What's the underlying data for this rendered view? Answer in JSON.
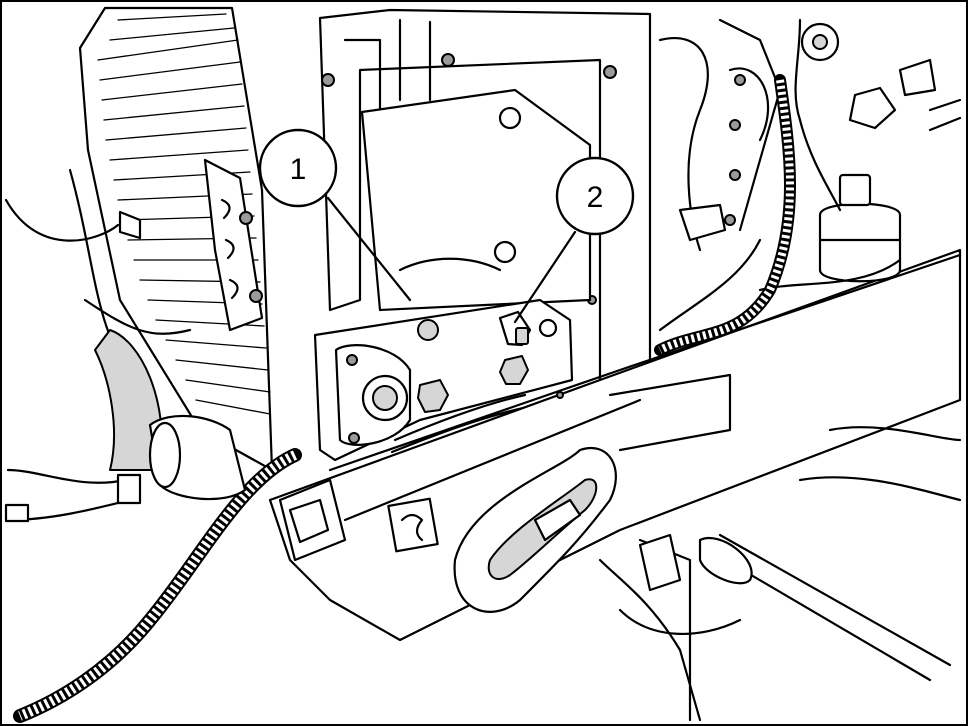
{
  "callouts": [
    {
      "id": "1",
      "label": "1"
    },
    {
      "id": "2",
      "label": "2"
    }
  ],
  "colors": {
    "line": "#000000",
    "background": "#ffffff",
    "shade": "#d6d6d6"
  }
}
